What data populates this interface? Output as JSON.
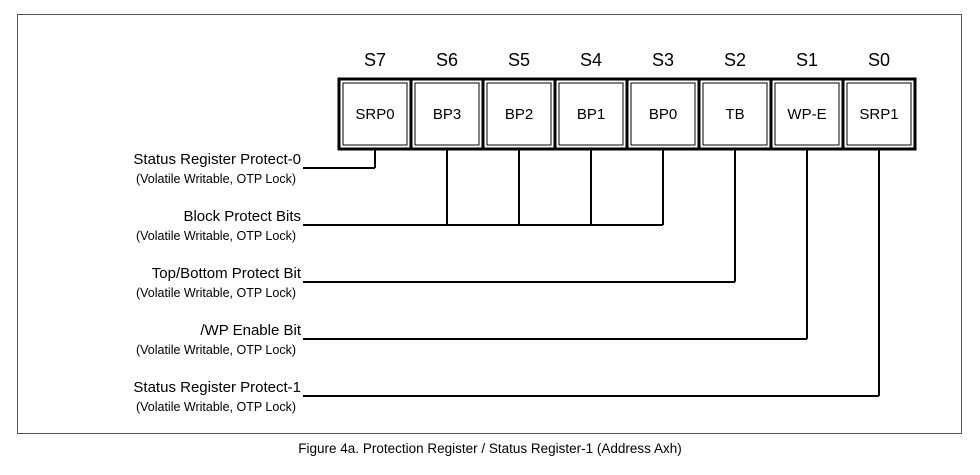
{
  "register": {
    "bits": [
      {
        "bit": "S7",
        "name": "SRP0"
      },
      {
        "bit": "S6",
        "name": "BP3"
      },
      {
        "bit": "S5",
        "name": "BP2"
      },
      {
        "bit": "S4",
        "name": "BP1"
      },
      {
        "bit": "S3",
        "name": "BP0"
      },
      {
        "bit": "S2",
        "name": "TB"
      },
      {
        "bit": "S1",
        "name": "WP-E"
      },
      {
        "bit": "S0",
        "name": "SRP1"
      }
    ]
  },
  "descriptions": [
    {
      "title": "Status Register Protect-0",
      "subtitle": "(Volatile Writable, OTP Lock)",
      "bits": [
        0
      ]
    },
    {
      "title": "Block Protect Bits",
      "subtitle": "(Volatile Writable, OTP Lock)",
      "bits": [
        1,
        2,
        3,
        4
      ]
    },
    {
      "title": "Top/Bottom Protect Bit",
      "subtitle": "(Volatile Writable, OTP Lock)",
      "bits": [
        5
      ]
    },
    {
      "title": "/WP Enable Bit",
      "subtitle": "(Volatile Writable, OTP Lock)",
      "bits": [
        6
      ]
    },
    {
      "title": "Status Register Protect-1",
      "subtitle": "(Volatile Writable, OTP Lock)",
      "bits": [
        7
      ]
    }
  ],
  "caption": "Figure 4a. Protection Register / Status Register-1 (Address Axh)"
}
